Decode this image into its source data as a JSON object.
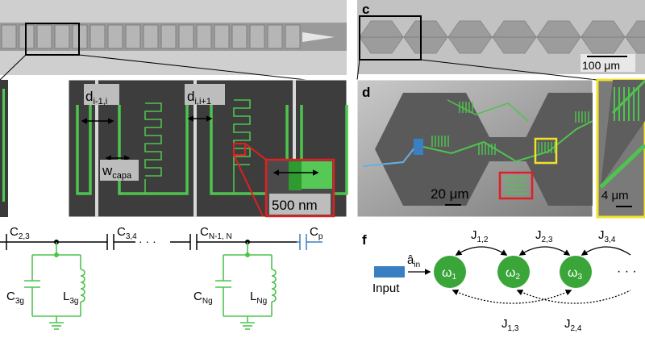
{
  "panels": {
    "c": {
      "letter": "c",
      "scalebar": "100 μm"
    },
    "d": {
      "letter": "d",
      "scalebar": "20 μm"
    },
    "d_inset": {
      "scalebar": "4 μm"
    },
    "f": {
      "letter": "f"
    }
  },
  "zoom": {
    "d_left": {
      "main": "d",
      "sub": "i-1,i"
    },
    "d_right": {
      "main": "d",
      "sub": "i,i+1"
    },
    "w": {
      "main": "w",
      "sub": "capa"
    },
    "inset_scale": "500 nm"
  },
  "circuit": {
    "c23": {
      "main": "C",
      "sub": "2,3"
    },
    "c34": {
      "main": "C",
      "sub": "3,4"
    },
    "dots": "· · ·",
    "cN": {
      "main": "C",
      "sub": "N-1, N"
    },
    "cp": {
      "main": "C",
      "sub": "p"
    },
    "c3g": {
      "main": "C",
      "sub": "3g"
    },
    "l3g": {
      "main": "L",
      "sub": "3g"
    },
    "cNg": {
      "main": "C",
      "sub": "Ng"
    },
    "lNg": {
      "main": "L",
      "sub": "Ng"
    }
  },
  "chain": {
    "input_label": "Input",
    "a_in": {
      "main": "â",
      "sub": "in"
    },
    "modes": [
      {
        "main": "ω",
        "sub": "1"
      },
      {
        "main": "ω",
        "sub": "2"
      },
      {
        "main": "ω",
        "sub": "3"
      }
    ],
    "ellipsis": "· · ·",
    "couplings": {
      "j12": {
        "main": "J",
        "sub": "1,2"
      },
      "j23": {
        "main": "J",
        "sub": "2,3"
      },
      "j34": {
        "main": "J",
        "sub": "3,4"
      },
      "j13": {
        "main": "J",
        "sub": "1,3"
      },
      "j24": {
        "main": "J",
        "sub": "2,4"
      }
    }
  },
  "colors": {
    "resonator_green": "#4fc34f",
    "node_green": "#3aa63a",
    "port_blue": "#3a7fc1",
    "highlight_red": "#e02020",
    "highlight_yellow": "#f2e02a"
  }
}
